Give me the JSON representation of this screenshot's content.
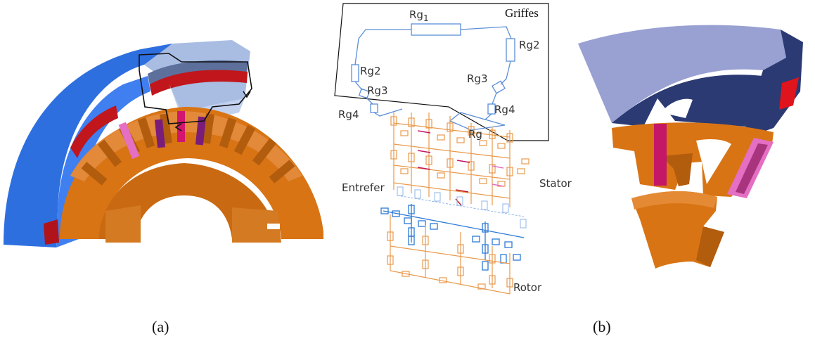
{
  "figure": {
    "captions": {
      "left": "(a)",
      "right": "(b)"
    },
    "circuit_labels": {
      "rg1": "Rg",
      "rg1_sub": "1",
      "rg2_right": "Rg2",
      "rg2_left": "Rg2",
      "rg3_left": "Rg3",
      "rg3_right": "Rg3",
      "rg4_left": "Rg4",
      "rg4_right": "Rg4",
      "rg": "Rg",
      "griffes": "Griffes",
      "entrefer": "Entrefer",
      "stator": "Stator",
      "rotor": "Rotor"
    },
    "colors": {
      "claw_blue": "#2e6fe0",
      "claw_light": "#a9bde3",
      "lavender": "#99a0d2",
      "navy": "#2b3a73",
      "orange": "#d87414",
      "orange_dark": "#b25c0e",
      "red": "#c0161c",
      "magenta": "#c41766",
      "pink": "#e46fc3",
      "purple": "#7a1d7a",
      "circuit_orange": "#e89a4c",
      "circuit_blue": "#2d7ad6",
      "circuit_claw": "#5b8fd8"
    }
  }
}
